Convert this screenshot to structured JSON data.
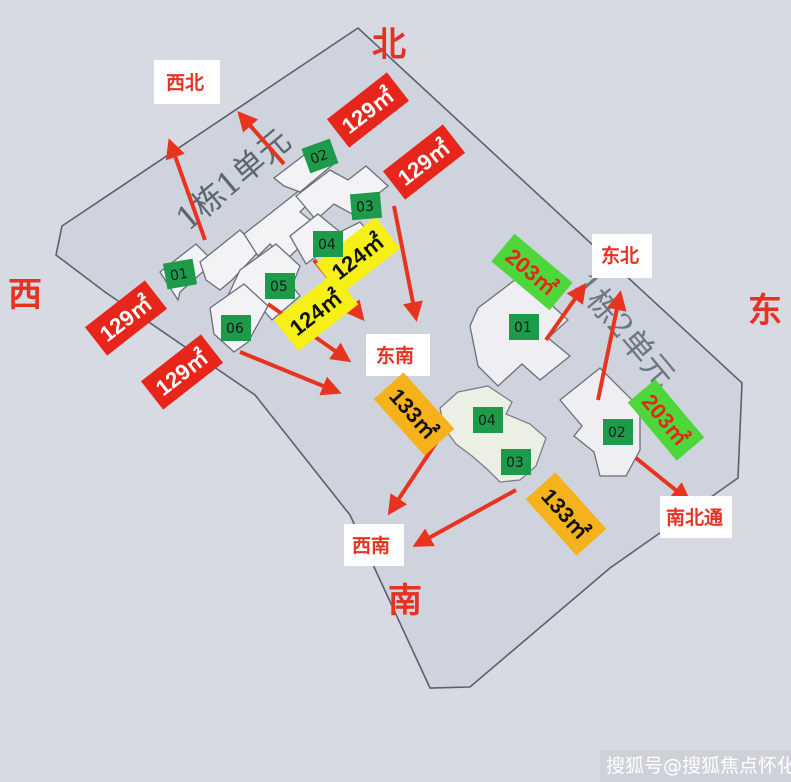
{
  "compass": {
    "north": "北",
    "south": "南",
    "east": "东",
    "west": "西"
  },
  "orientation_labels": {
    "northwest": "西北",
    "southeast": "东南",
    "southwest": "西南",
    "northeast": "东北",
    "north_south": "南北通"
  },
  "buildings": {
    "b1": "1栋1单元",
    "b2": "1栋2单元"
  },
  "units": [
    "01",
    "02",
    "03",
    "04",
    "05",
    "06",
    "01",
    "02",
    "04",
    "03"
  ],
  "area_tags": {
    "b1_02": "129㎡",
    "b1_03": "129㎡",
    "b1_01": "129㎡",
    "b1_06": "129㎡",
    "b1_04": "124㎡",
    "b1_05": "124㎡",
    "b2_01": "203㎡",
    "b2_02": "203㎡",
    "b2_04": "133㎡",
    "b2_03": "133㎡"
  },
  "colors": {
    "background": "#d7dae2",
    "outline": "#5b616a",
    "red_tag": "#e8251b",
    "yellow_tag": "#f6f016",
    "green_tag": "#4dd73a",
    "orange_tag": "#f5b21a",
    "unit_badge": "#1e9b4a",
    "arrow": "#e8341f"
  },
  "watermark": "搜狐号@搜狐焦点怀化站"
}
